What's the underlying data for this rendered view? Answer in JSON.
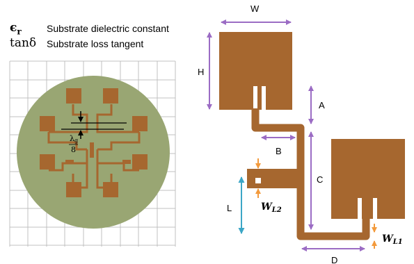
{
  "legend": {
    "items": [
      {
        "symbol": "ϵ",
        "subscript": "r",
        "description": "Substrate dielectric constant"
      },
      {
        "symbol": "tanδ",
        "subscript": "",
        "description": "Substrate loss tangent"
      }
    ]
  },
  "array_view": {
    "spacing_label_top": "λ",
    "spacing_label_sub": "g",
    "spacing_label_bottom": "8"
  },
  "element_view": {
    "dimension_labels": {
      "W": "W",
      "H": "H",
      "A": "A",
      "B": "B",
      "C": "C",
      "D": "D",
      "L": "L",
      "WL1_main": "W",
      "WL1_sub": "L1",
      "WL2_main": "W",
      "WL2_sub": "L2"
    }
  },
  "colors": {
    "copper": "#a6672f",
    "substrate": "#99a673",
    "purple_arrow": "#9b6cc4",
    "orange_arrow": "#f39a3c",
    "cyan_arrow": "#3ca6c6",
    "grid": "#c0c0c0"
  }
}
